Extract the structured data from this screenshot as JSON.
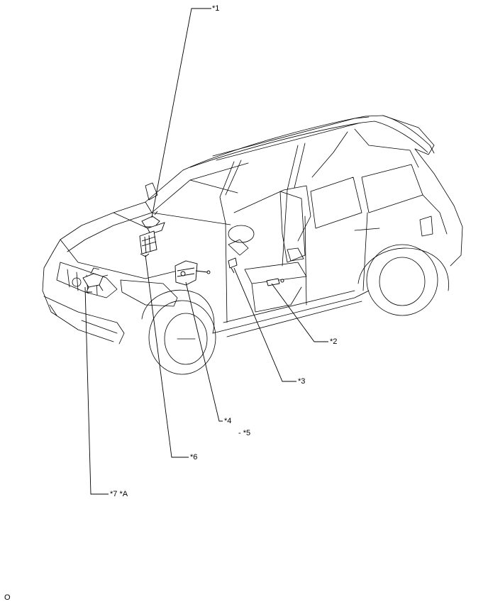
{
  "callouts": {
    "c1": "*1",
    "c2": "*2",
    "c3": "*3",
    "c4": "*4",
    "c5": "- *5",
    "c6": "*6",
    "c7": "*7 *A"
  },
  "footer_code": "O"
}
